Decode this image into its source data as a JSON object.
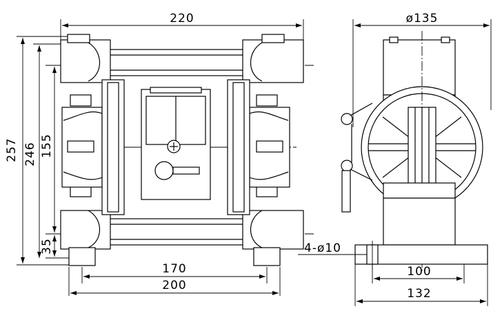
{
  "front_view": {
    "dimensions": {
      "overall_width": "220",
      "overall_height": "257",
      "inner_height": "246",
      "port_spacing": "155",
      "base_height": "35",
      "foot_spacing": "170",
      "base_width": "200"
    }
  },
  "side_view": {
    "dimensions": {
      "diameter": "ø135",
      "mount_holes": "4-ø10",
      "hole_spacing": "100",
      "base_length": "132"
    }
  }
}
